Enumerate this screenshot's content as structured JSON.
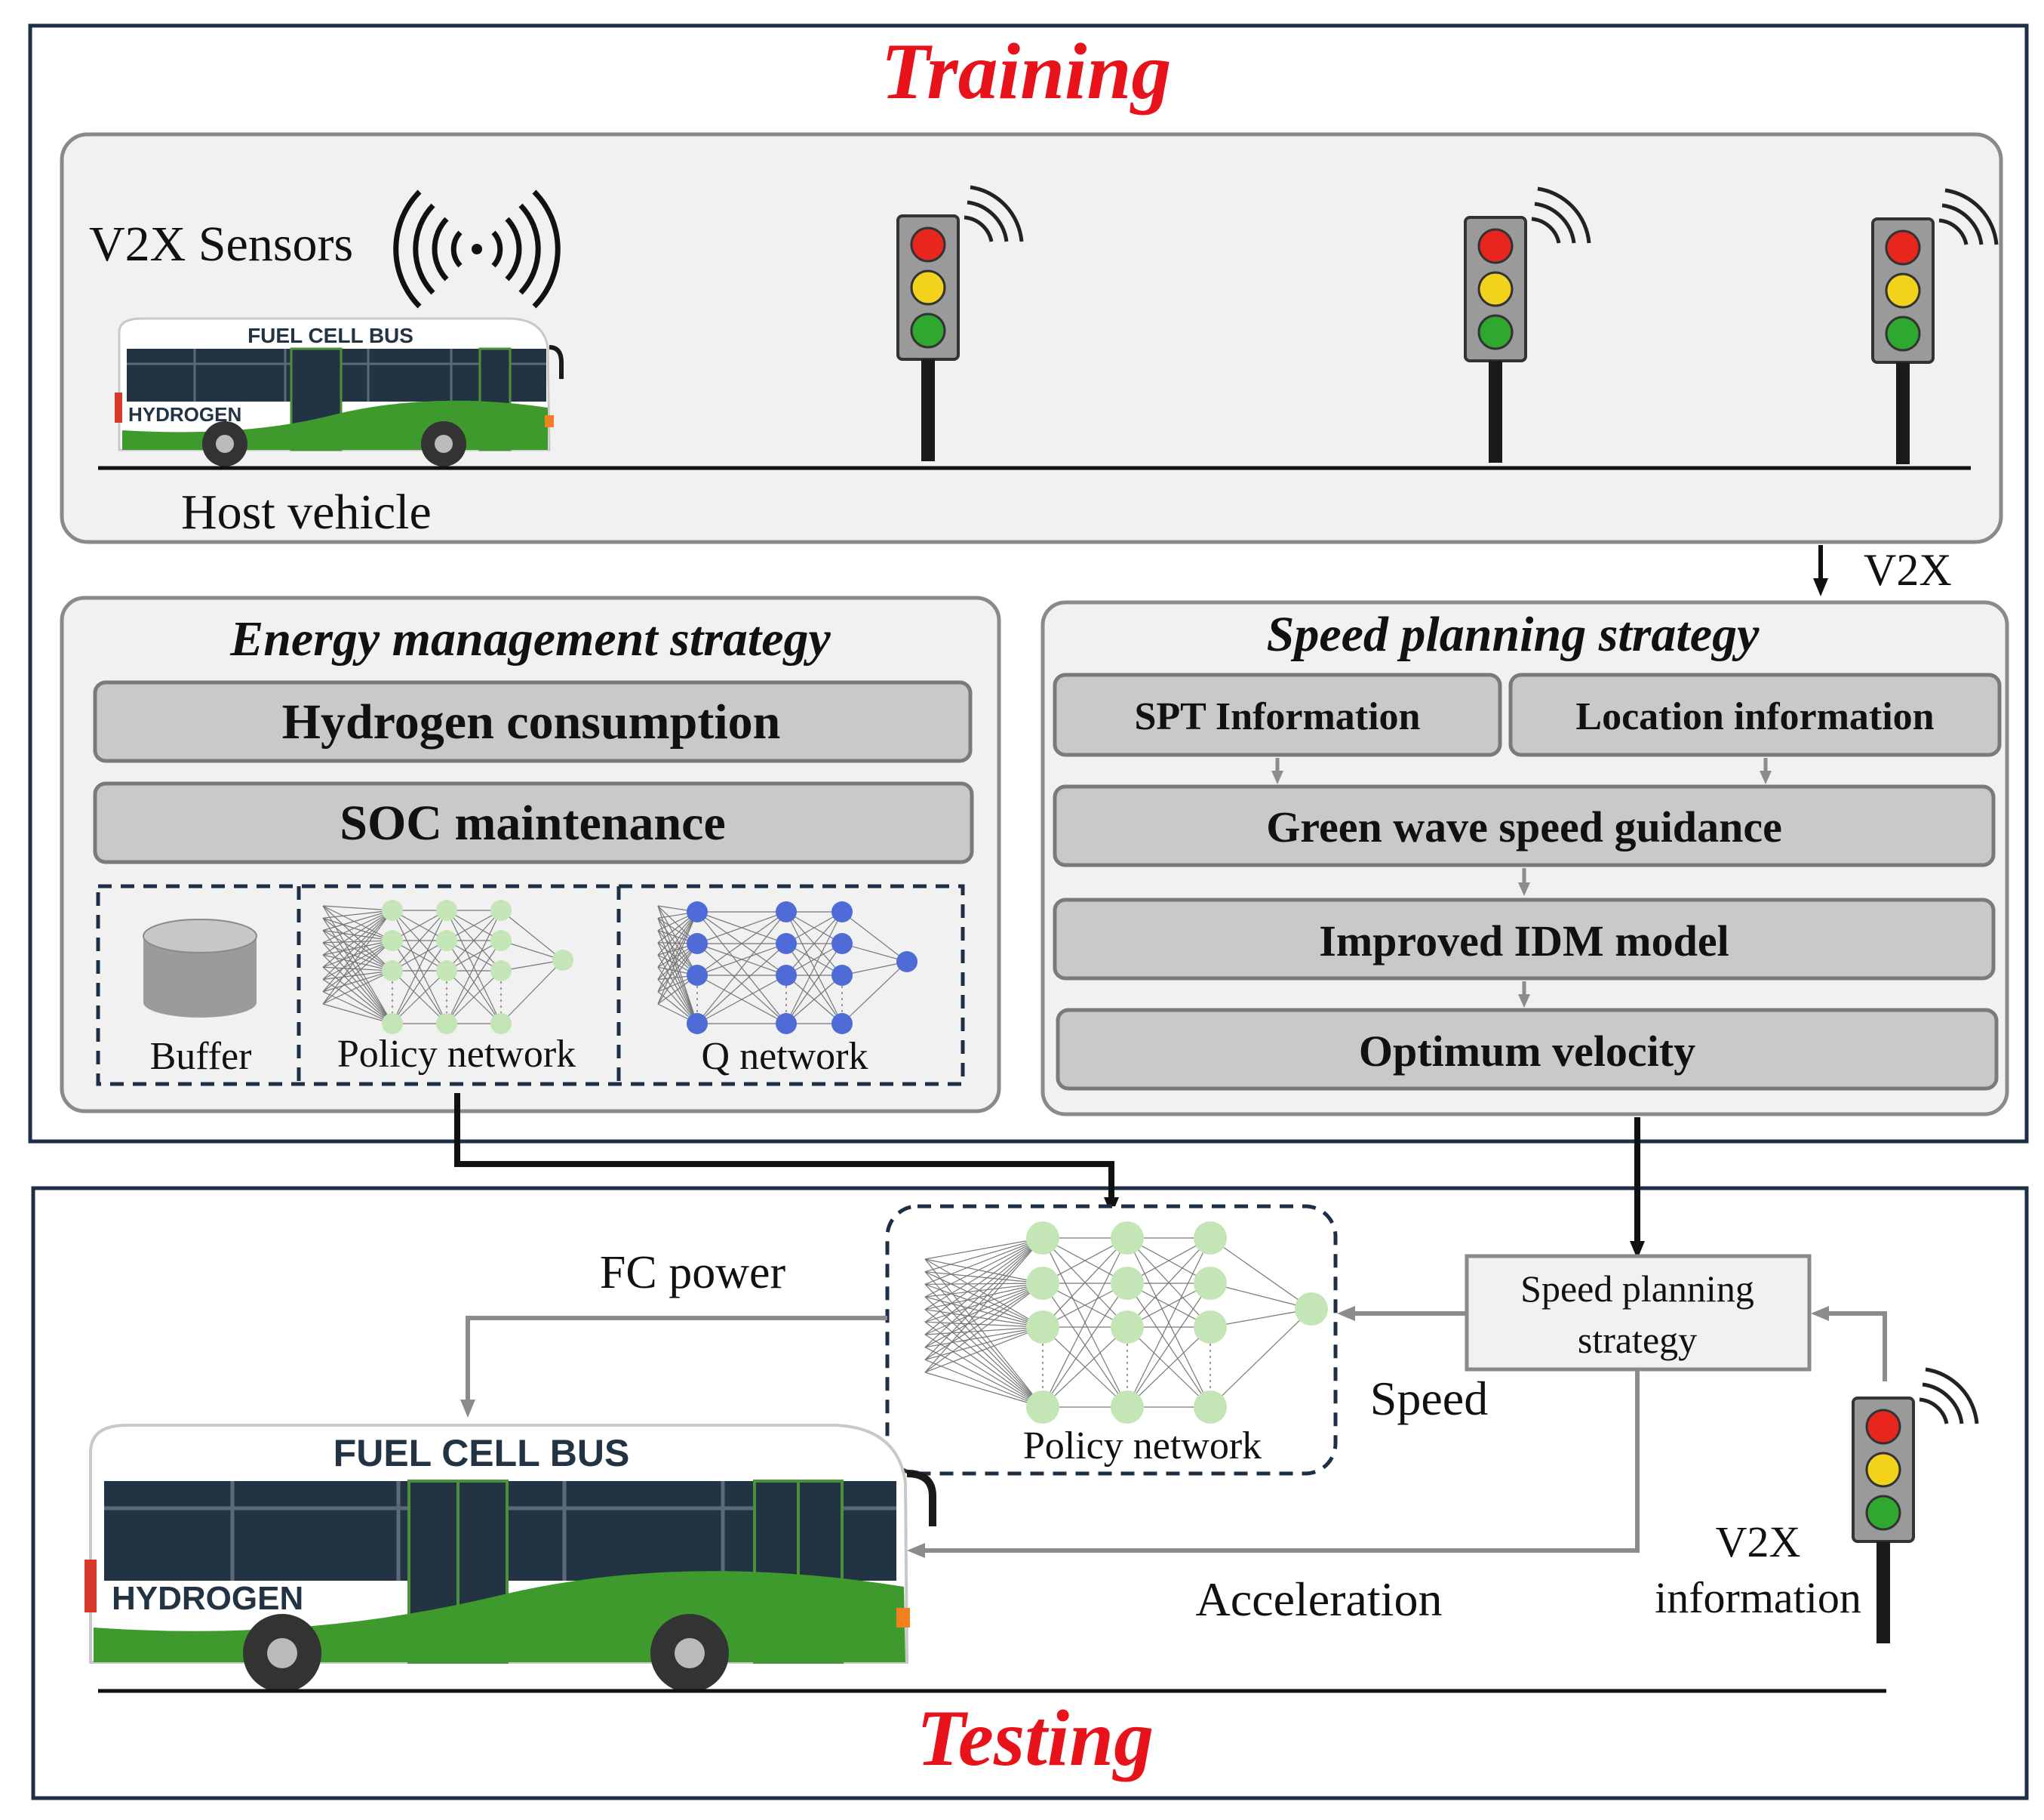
{
  "colors": {
    "frame": "#1d2f45",
    "panel_fill": "#f1f1f1",
    "panel_stroke": "#8a8a8a",
    "box_fill": "#c9c9c9",
    "box_stroke": "#7a7a7a",
    "red_title": "#e8121a",
    "bus_dark": "#223444",
    "bus_green": "#3f9a2e",
    "light_red": "#e8261e",
    "light_yellow": "#f2d21a",
    "light_green": "#2ea82e",
    "node_green": "#c4e6b7",
    "node_blue": "#4f6bd8",
    "arrow_gray": "#8c8c8c"
  },
  "training": {
    "title": "Training",
    "host_panel": {
      "sensors_label": "V2X Sensors",
      "host_label": "Host vehicle",
      "bus": {
        "brand": "FUEL CELL BUS",
        "side": "HYDROGEN"
      }
    },
    "v2x_link_label": "V2X",
    "energy_panel": {
      "title": "Energy management strategy",
      "objectives": [
        "Hydrogen consumption",
        "SOC maintenance"
      ],
      "components": {
        "buffer": "Buffer",
        "policy": "Policy network",
        "q": "Q network"
      }
    },
    "speed_panel": {
      "title": "Speed planning strategy",
      "inputs": [
        "SPT Information",
        "Location information"
      ],
      "steps": [
        "Green wave speed guidance",
        "Improved IDM model",
        "Optimum velocity"
      ]
    }
  },
  "testing": {
    "title": "Testing",
    "policy_label": "Policy network",
    "fc_power_label": "FC power",
    "speed_label": "Speed",
    "acceleration_label": "Acceleration",
    "speed_box": [
      "Speed planning",
      "strategy"
    ],
    "v2x_info": [
      "V2X",
      "information"
    ],
    "bus": {
      "brand": "FUEL CELL BUS",
      "side": "HYDROGEN"
    }
  }
}
